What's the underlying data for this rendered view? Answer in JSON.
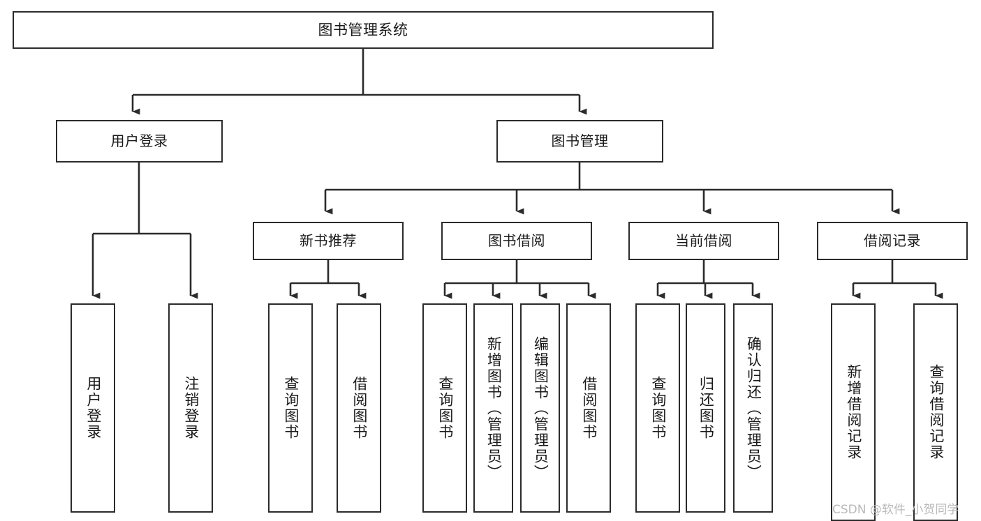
{
  "diagram": {
    "title": "图书管理系统",
    "type": "hierarchy-tree",
    "colors": {
      "border": "#2b2b2b",
      "background": "#ffffff",
      "text": "#1a1a1a",
      "connector": "#2b2b2b",
      "watermark": "#b9b9b9"
    },
    "root": {
      "label": "图书管理系统"
    },
    "level1": [
      {
        "label": "用户登录"
      },
      {
        "label": "图书管理"
      }
    ],
    "level2": [
      {
        "label": "新书推荐"
      },
      {
        "label": "图书借阅"
      },
      {
        "label": "当前借阅"
      },
      {
        "label": "借阅记录"
      }
    ],
    "leaves": {
      "user_login": [
        {
          "label": "用户登录"
        },
        {
          "label": "注销登录"
        }
      ],
      "new_book_recommend": [
        {
          "label": "查询图书"
        },
        {
          "label": "借阅图书"
        }
      ],
      "book_borrow": [
        {
          "label": "查询图书"
        },
        {
          "label": "新增图书（管理员）"
        },
        {
          "label": "编辑图书（管理员）"
        },
        {
          "label": "借阅图书"
        }
      ],
      "current_borrow": [
        {
          "label": "查询图书"
        },
        {
          "label": "归还图书"
        },
        {
          "label": "确认归还（管理员）"
        }
      ],
      "borrow_record": [
        {
          "label": "新增借阅记录"
        },
        {
          "label": "查询借阅记录"
        }
      ]
    }
  },
  "watermark": {
    "text": "CSDN @软件_小贺同学"
  }
}
